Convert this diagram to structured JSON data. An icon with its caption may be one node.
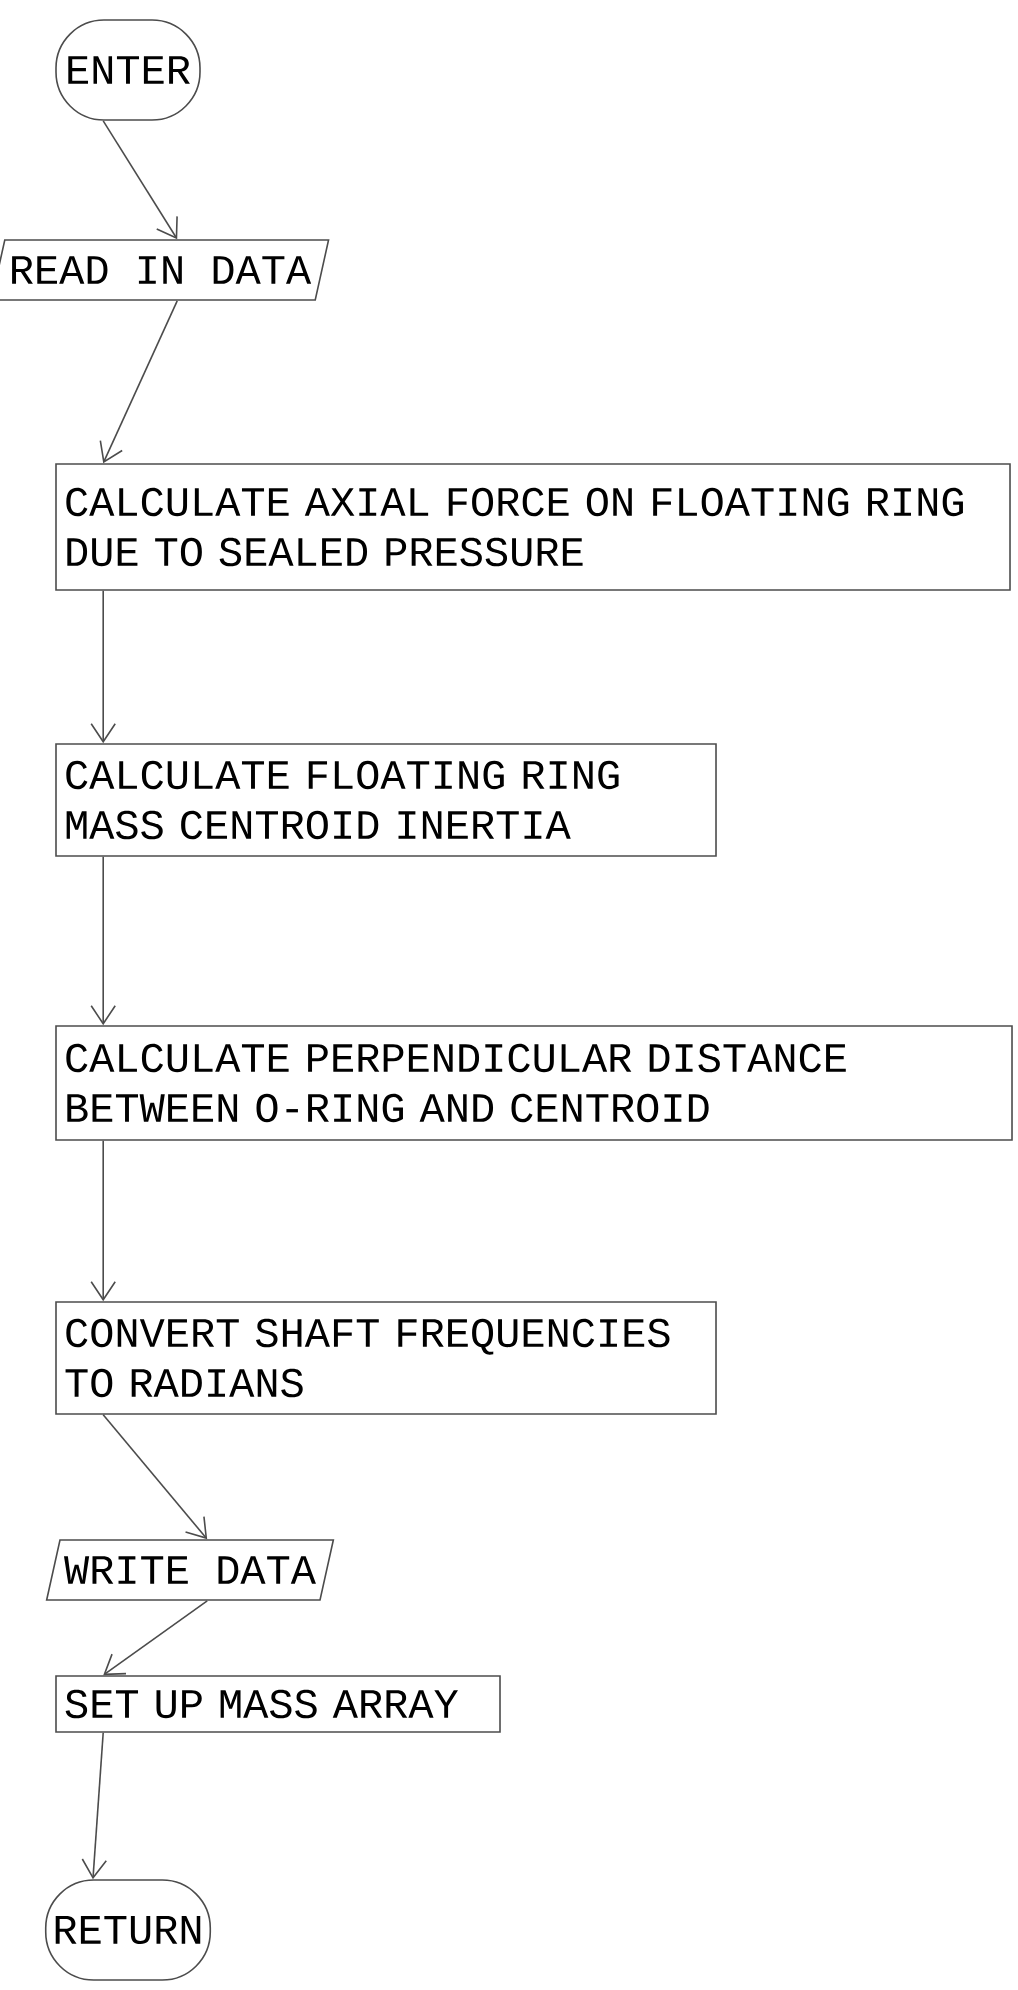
{
  "diagram": {
    "nodes": [
      {
        "text": [
          "ENTER"
        ]
      },
      {
        "text": [
          "READ IN DATA"
        ]
      },
      {
        "text": [
          "CALCULATE AXIAL FORCE ON FLOATING RING DUE TO SEALED PRESSURE"
        ]
      },
      {
        "text": [
          "CALCULATE FLOATING RING MASS CENTROID INERTIA"
        ]
      },
      {
        "text": [
          "CALCULATE PERPENDICULAR DISTANCE BETWEEN O-RING AND CENTROID"
        ]
      },
      {
        "text": [
          "CONVERT SHAFT FREQUENCIES TO RADIANS"
        ]
      },
      {
        "text": [
          "WRITE DATA"
        ]
      },
      {
        "text": [
          "SET UP MASS ARRAY"
        ]
      },
      {
        "text": [
          "RETURN"
        ]
      }
    ],
    "edges": [
      {
        "from": 0,
        "to": 1,
        "arrow": "to"
      },
      {
        "from": 1,
        "to": 2,
        "arrow": "to"
      },
      {
        "from": 2,
        "to": 3,
        "arrow": "to"
      },
      {
        "from": 3,
        "to": 4,
        "arrow": "to"
      },
      {
        "from": 4,
        "to": 5,
        "arrow": "to"
      },
      {
        "from": 5,
        "to": 6,
        "arrow": "to"
      },
      {
        "from": 6,
        "to": 7,
        "arrow": "to"
      },
      {
        "from": 7,
        "to": 8,
        "arrow": "to"
      }
    ]
  }
}
